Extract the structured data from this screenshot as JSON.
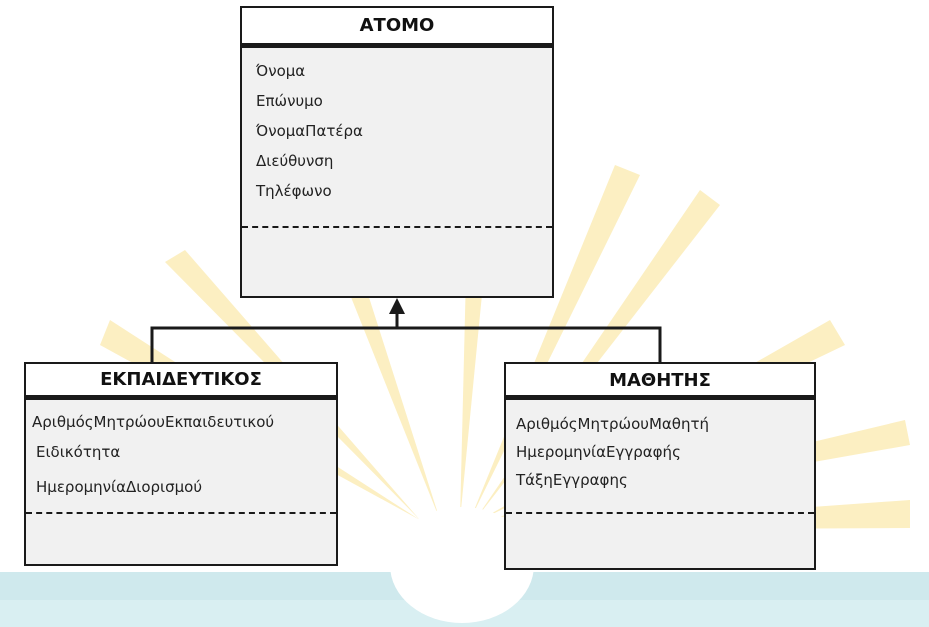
{
  "classes": {
    "atomo": {
      "name": "ΑΤΟΜΟ",
      "attributes": [
        "Όνομα",
        "Επώνυμο",
        "ΌνομαΠατέρα",
        "Διεύθυνση",
        "Τηλέφωνο"
      ]
    },
    "ekpaideutikos": {
      "name": "ΕΚΠΑΙΔΕΥΤΙΚΟΣ",
      "attributes": [
        "ΑριθμόςΜητρώουΕκπαιδευτικού",
        "Ειδικότητα",
        "ΗμερομηνίαΔιορισμού"
      ]
    },
    "mathitis": {
      "name": "ΜΑΘΗΤΗΣ",
      "attributes": [
        "ΑριθμόςΜητρώουΜαθητή",
        "ΗμερομηνίαΕγγραφής",
        "ΤάξηΕγγραφης"
      ]
    }
  },
  "relationships": [
    {
      "type": "generalization",
      "from": "ΕΚΠΑΙΔΕΥΤΙΚΟΣ",
      "to": "ΑΤΟΜΟ"
    },
    {
      "type": "generalization",
      "from": "ΜΑΘΗΤΗΣ",
      "to": "ΑΤΟΜΟ"
    }
  ],
  "colors": {
    "rays": "#fcefc2",
    "band": "#cfe9ed",
    "sun": "#ffffff",
    "box_fill": "#f1f1f1",
    "line": "#1a1a1a"
  }
}
